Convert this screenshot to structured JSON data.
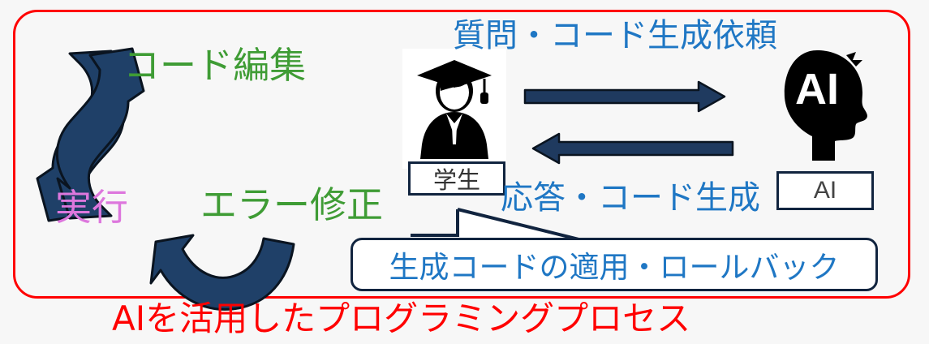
{
  "diagram": {
    "caption": "AIを活用したプログラミングプロセス",
    "frame_color": "#ff0000",
    "cycle": {
      "code_edit_label": "コード編集",
      "code_edit_color": "#3f9c35",
      "error_fix_label": "エラー修正",
      "error_fix_color": "#3f9c35",
      "run_label": "実行",
      "run_color": "#dd77dd",
      "arrow_color": "#1f4068"
    },
    "actors": {
      "student": {
        "label": "学生",
        "icon": "graduate-student-icon"
      },
      "ai": {
        "label": "AI",
        "icon": "ai-head-icon",
        "head_text": "AI"
      }
    },
    "exchange": {
      "request_label": "質問・コード生成依頼",
      "response_label": "応答・コード生成",
      "label_color": "#1f77c4",
      "arrow_color": "#1f3a5f"
    },
    "callout": {
      "text": "生成コードの適用・ロールバック",
      "text_color": "#1f77c4",
      "border_color": "#11243f"
    }
  }
}
